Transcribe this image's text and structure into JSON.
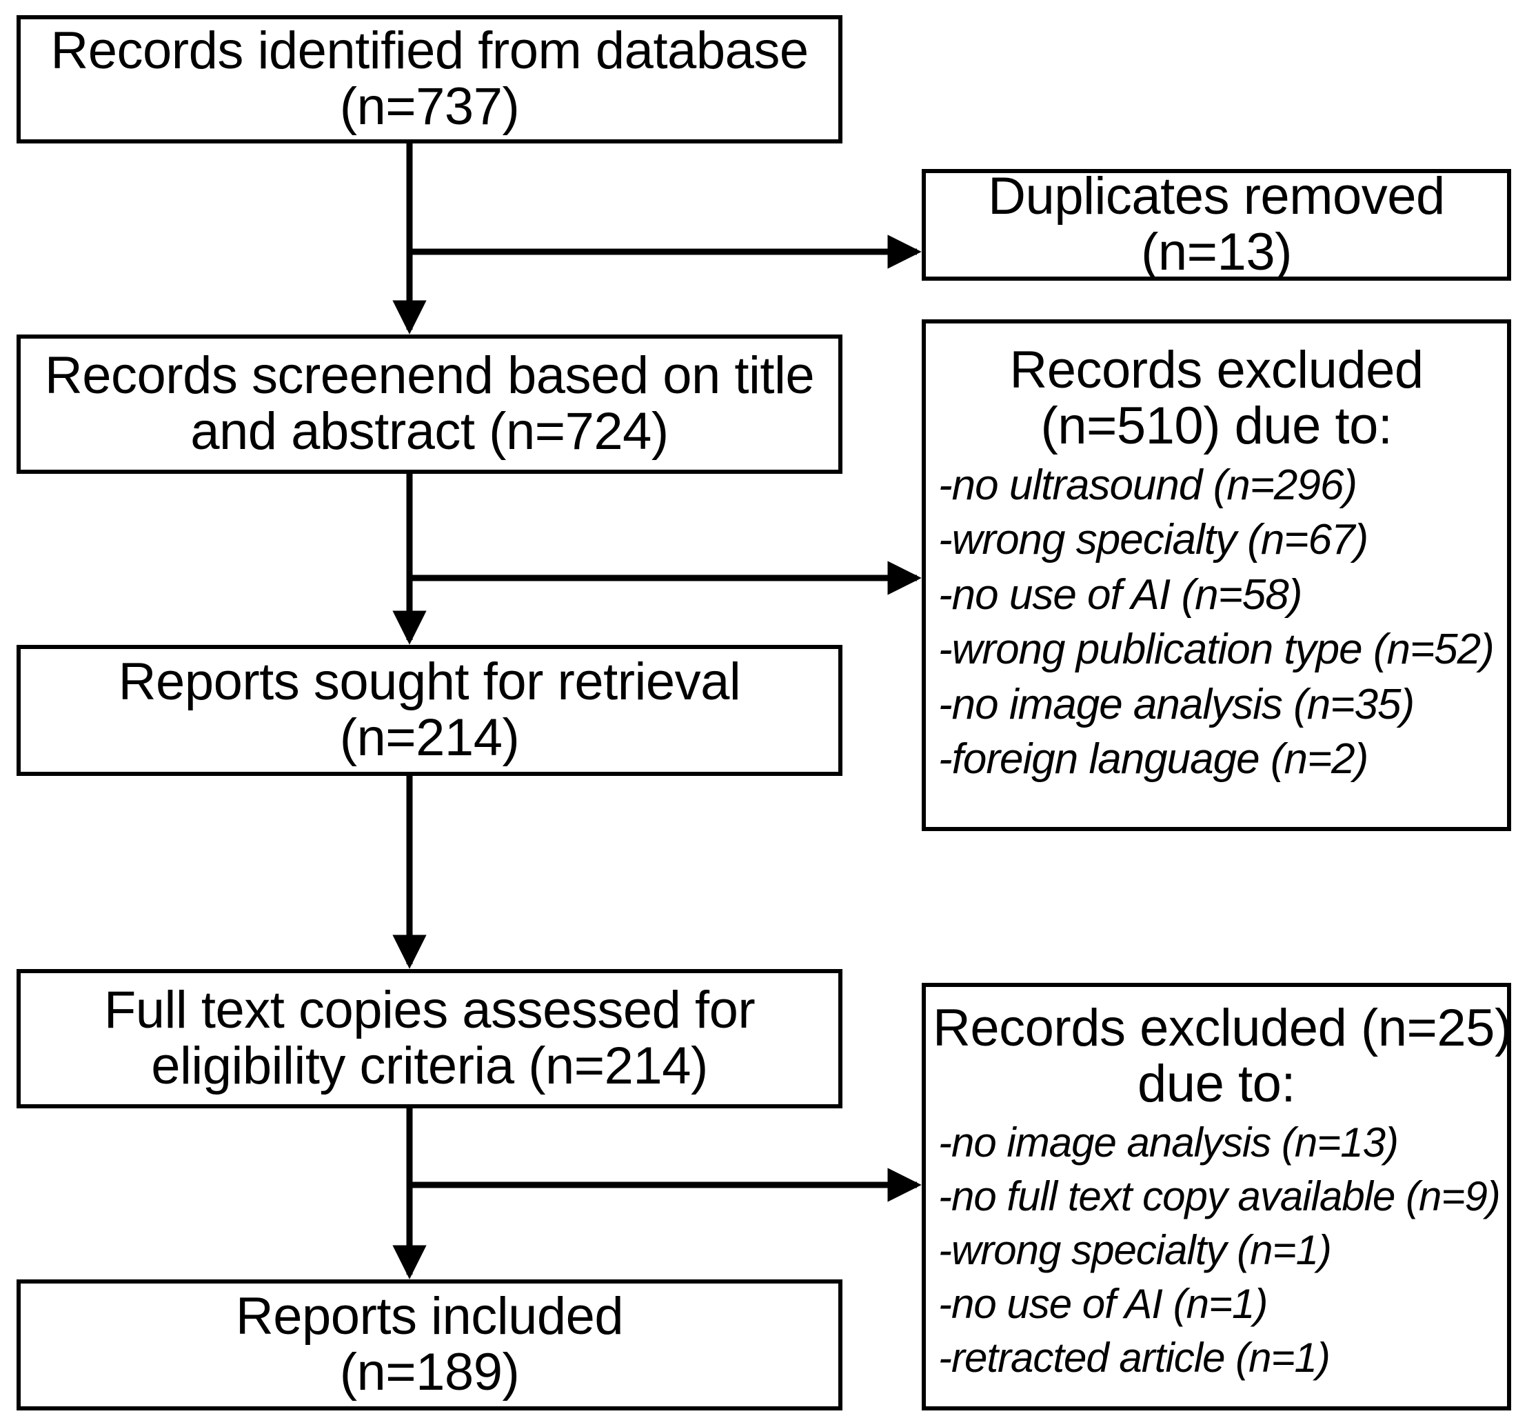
{
  "diagram": {
    "type": "prisma-flow-diagram",
    "title": "PRISMA study selection flow diagram",
    "stroke_color": "#000000",
    "background_color": "#ffffff"
  },
  "flow": {
    "identified": {
      "label": "Records identified from database",
      "count_label": "(n=737)",
      "n": 737
    },
    "screened": {
      "label_line1": "Records screenend based on title",
      "label_line2": "and abstract (n=724)",
      "n": 724
    },
    "sought": {
      "label": "Reports sought for retrieval",
      "count_label": "(n=214)",
      "n": 214
    },
    "fulltext": {
      "label_line1": "Full text copies assessed for",
      "label_line2": "eligibility criteria (n=214)",
      "n": 214
    },
    "included": {
      "label": "Reports included",
      "count_label": "(n=189)",
      "n": 189
    }
  },
  "exclusions": {
    "duplicates": {
      "label": "Duplicates removed",
      "count_label": "(n=13)",
      "n": 13
    },
    "screening": {
      "head_line1": "Records excluded",
      "head_line2": "(n=510) due to:",
      "n": 510,
      "reasons": [
        {
          "text": "-no ultrasound (n=296)",
          "reason": "no ultrasound",
          "n": 296
        },
        {
          "text": "-wrong specialty (n=67)",
          "reason": "wrong specialty",
          "n": 67
        },
        {
          "text": "-no use of AI (n=58)",
          "reason": "no use of AI",
          "n": 58
        },
        {
          "text": "-wrong publication type (n=52)",
          "reason": "wrong publication type",
          "n": 52
        },
        {
          "text": "-no image analysis (n=35)",
          "reason": "no image analysis",
          "n": 35
        },
        {
          "text": "-foreign language (n=2)",
          "reason": "foreign language",
          "n": 2
        }
      ]
    },
    "eligibility": {
      "head_line1": "Records excluded (n=25)",
      "head_line2": "due to:",
      "n": 25,
      "reasons": [
        {
          "text": "-no image analysis (n=13)",
          "reason": "no image analysis",
          "n": 13
        },
        {
          "text": "-no full text copy available (n=9)",
          "reason": "no full text copy available",
          "n": 9
        },
        {
          "text": "-wrong specialty (n=1)",
          "reason": "wrong specialty",
          "n": 1
        },
        {
          "text": "-no use of AI (n=1)",
          "reason": "no use of AI",
          "n": 1
        },
        {
          "text": "-retracted article (n=1)",
          "reason": "retracted article",
          "n": 1
        }
      ]
    }
  }
}
